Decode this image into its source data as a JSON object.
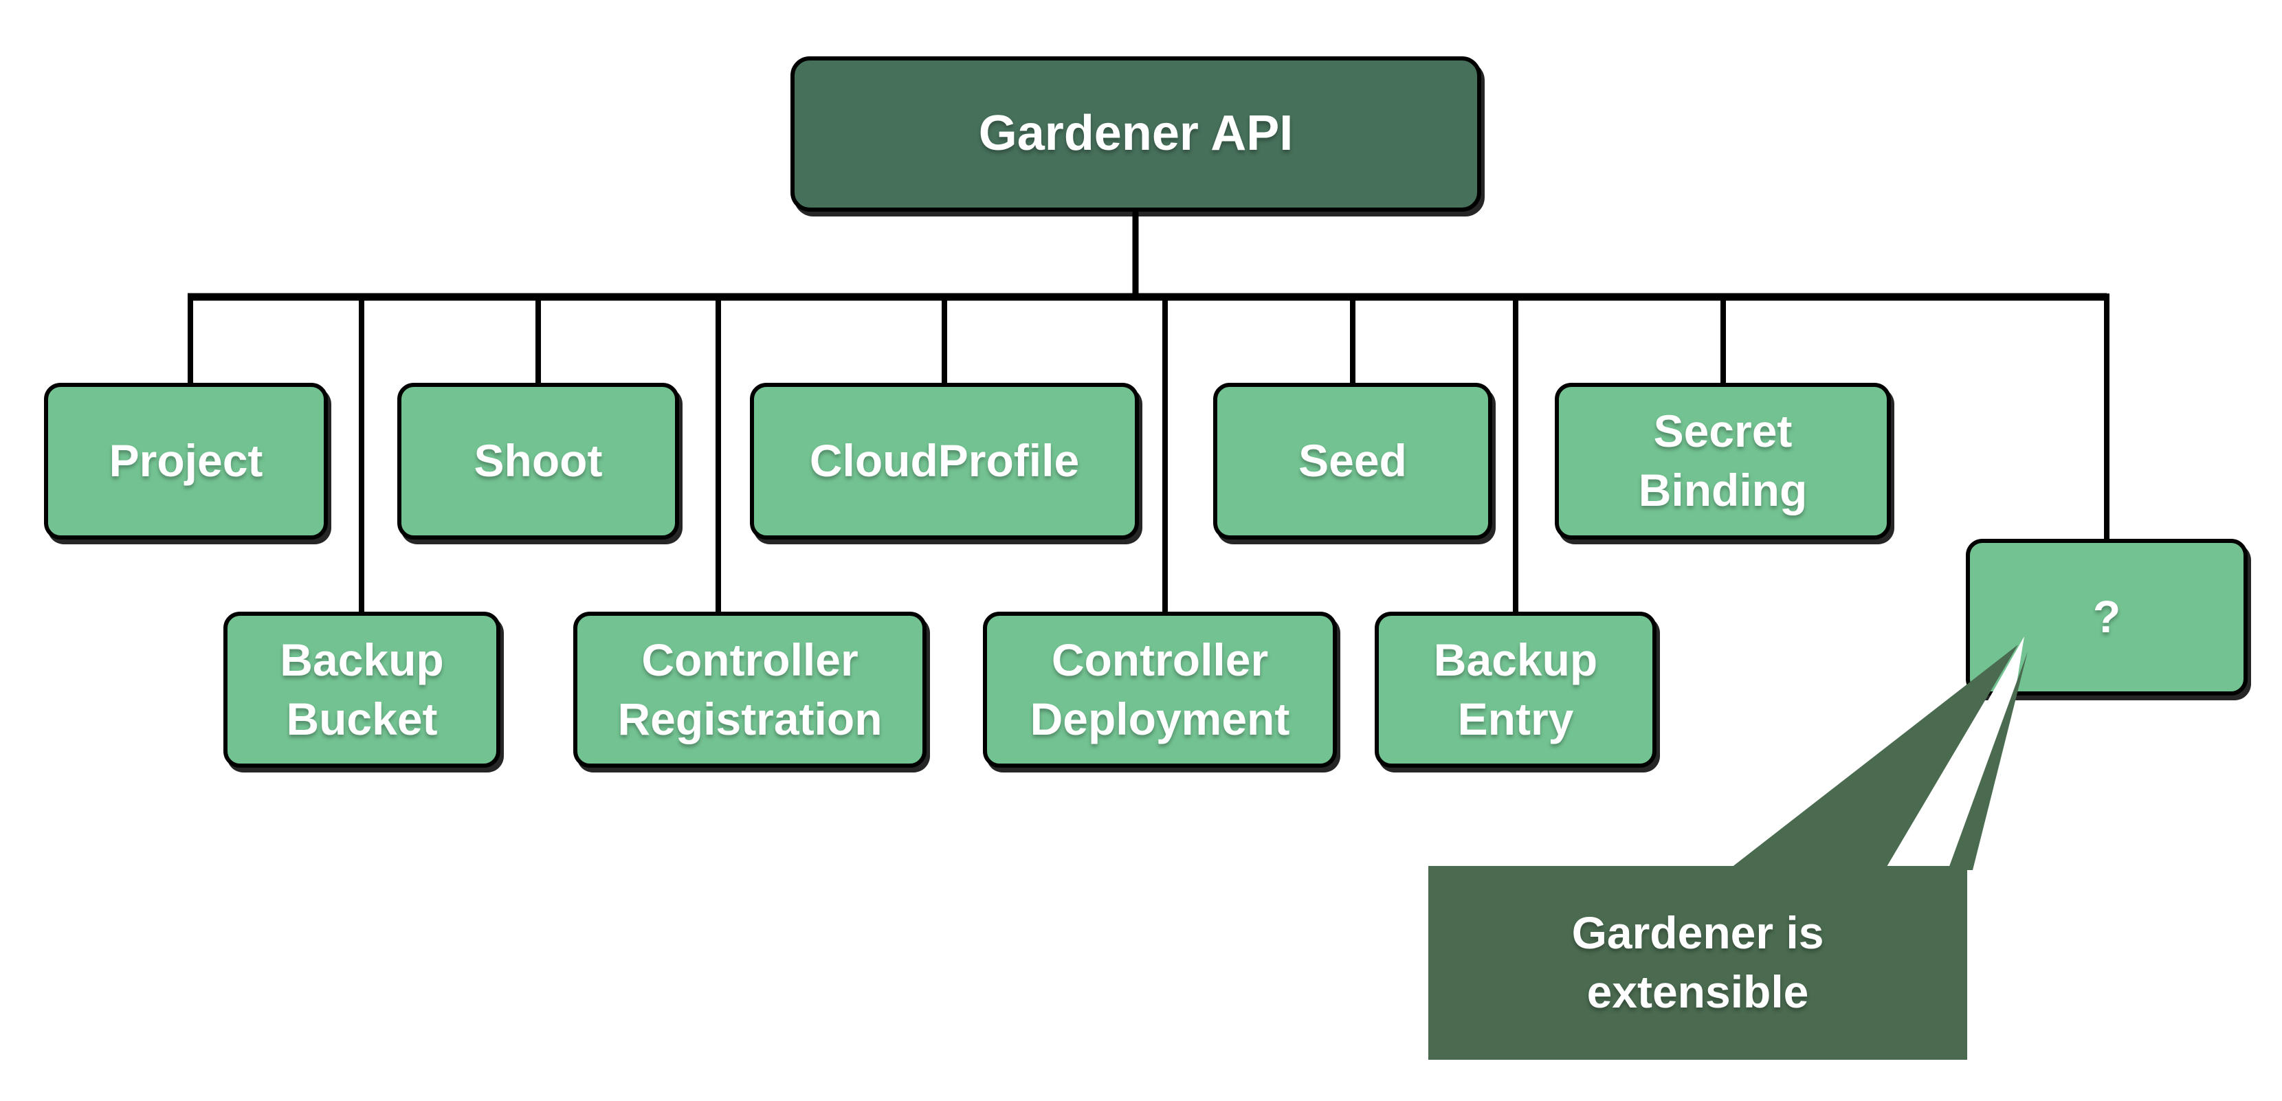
{
  "colors": {
    "background": "#ffffff",
    "light_green": "#73C392",
    "dark_green": "#46705A",
    "callout_green": "#4A6B50",
    "line_black": "#000000",
    "text_white": "#ffffff"
  },
  "root_node": {
    "label": "Gardener API"
  },
  "nodes": [
    {
      "id": "project",
      "label": "Project"
    },
    {
      "id": "shoot",
      "label": "Shoot"
    },
    {
      "id": "cloudprofile",
      "label": "CloudProfile"
    },
    {
      "id": "seed",
      "label": "Seed"
    },
    {
      "id": "secret-binding",
      "label": "Secret\nBinding"
    },
    {
      "id": "backup-bucket",
      "label": "Backup\nBucket"
    },
    {
      "id": "controller-registration",
      "label": "Controller\nRegistration"
    },
    {
      "id": "controller-deployment",
      "label": "Controller\nDeployment"
    },
    {
      "id": "backup-entry",
      "label": "Backup\nEntry"
    },
    {
      "id": "unknown-extension",
      "label": "?"
    }
  ],
  "callout": {
    "label": "Gardener is\nextensible"
  }
}
